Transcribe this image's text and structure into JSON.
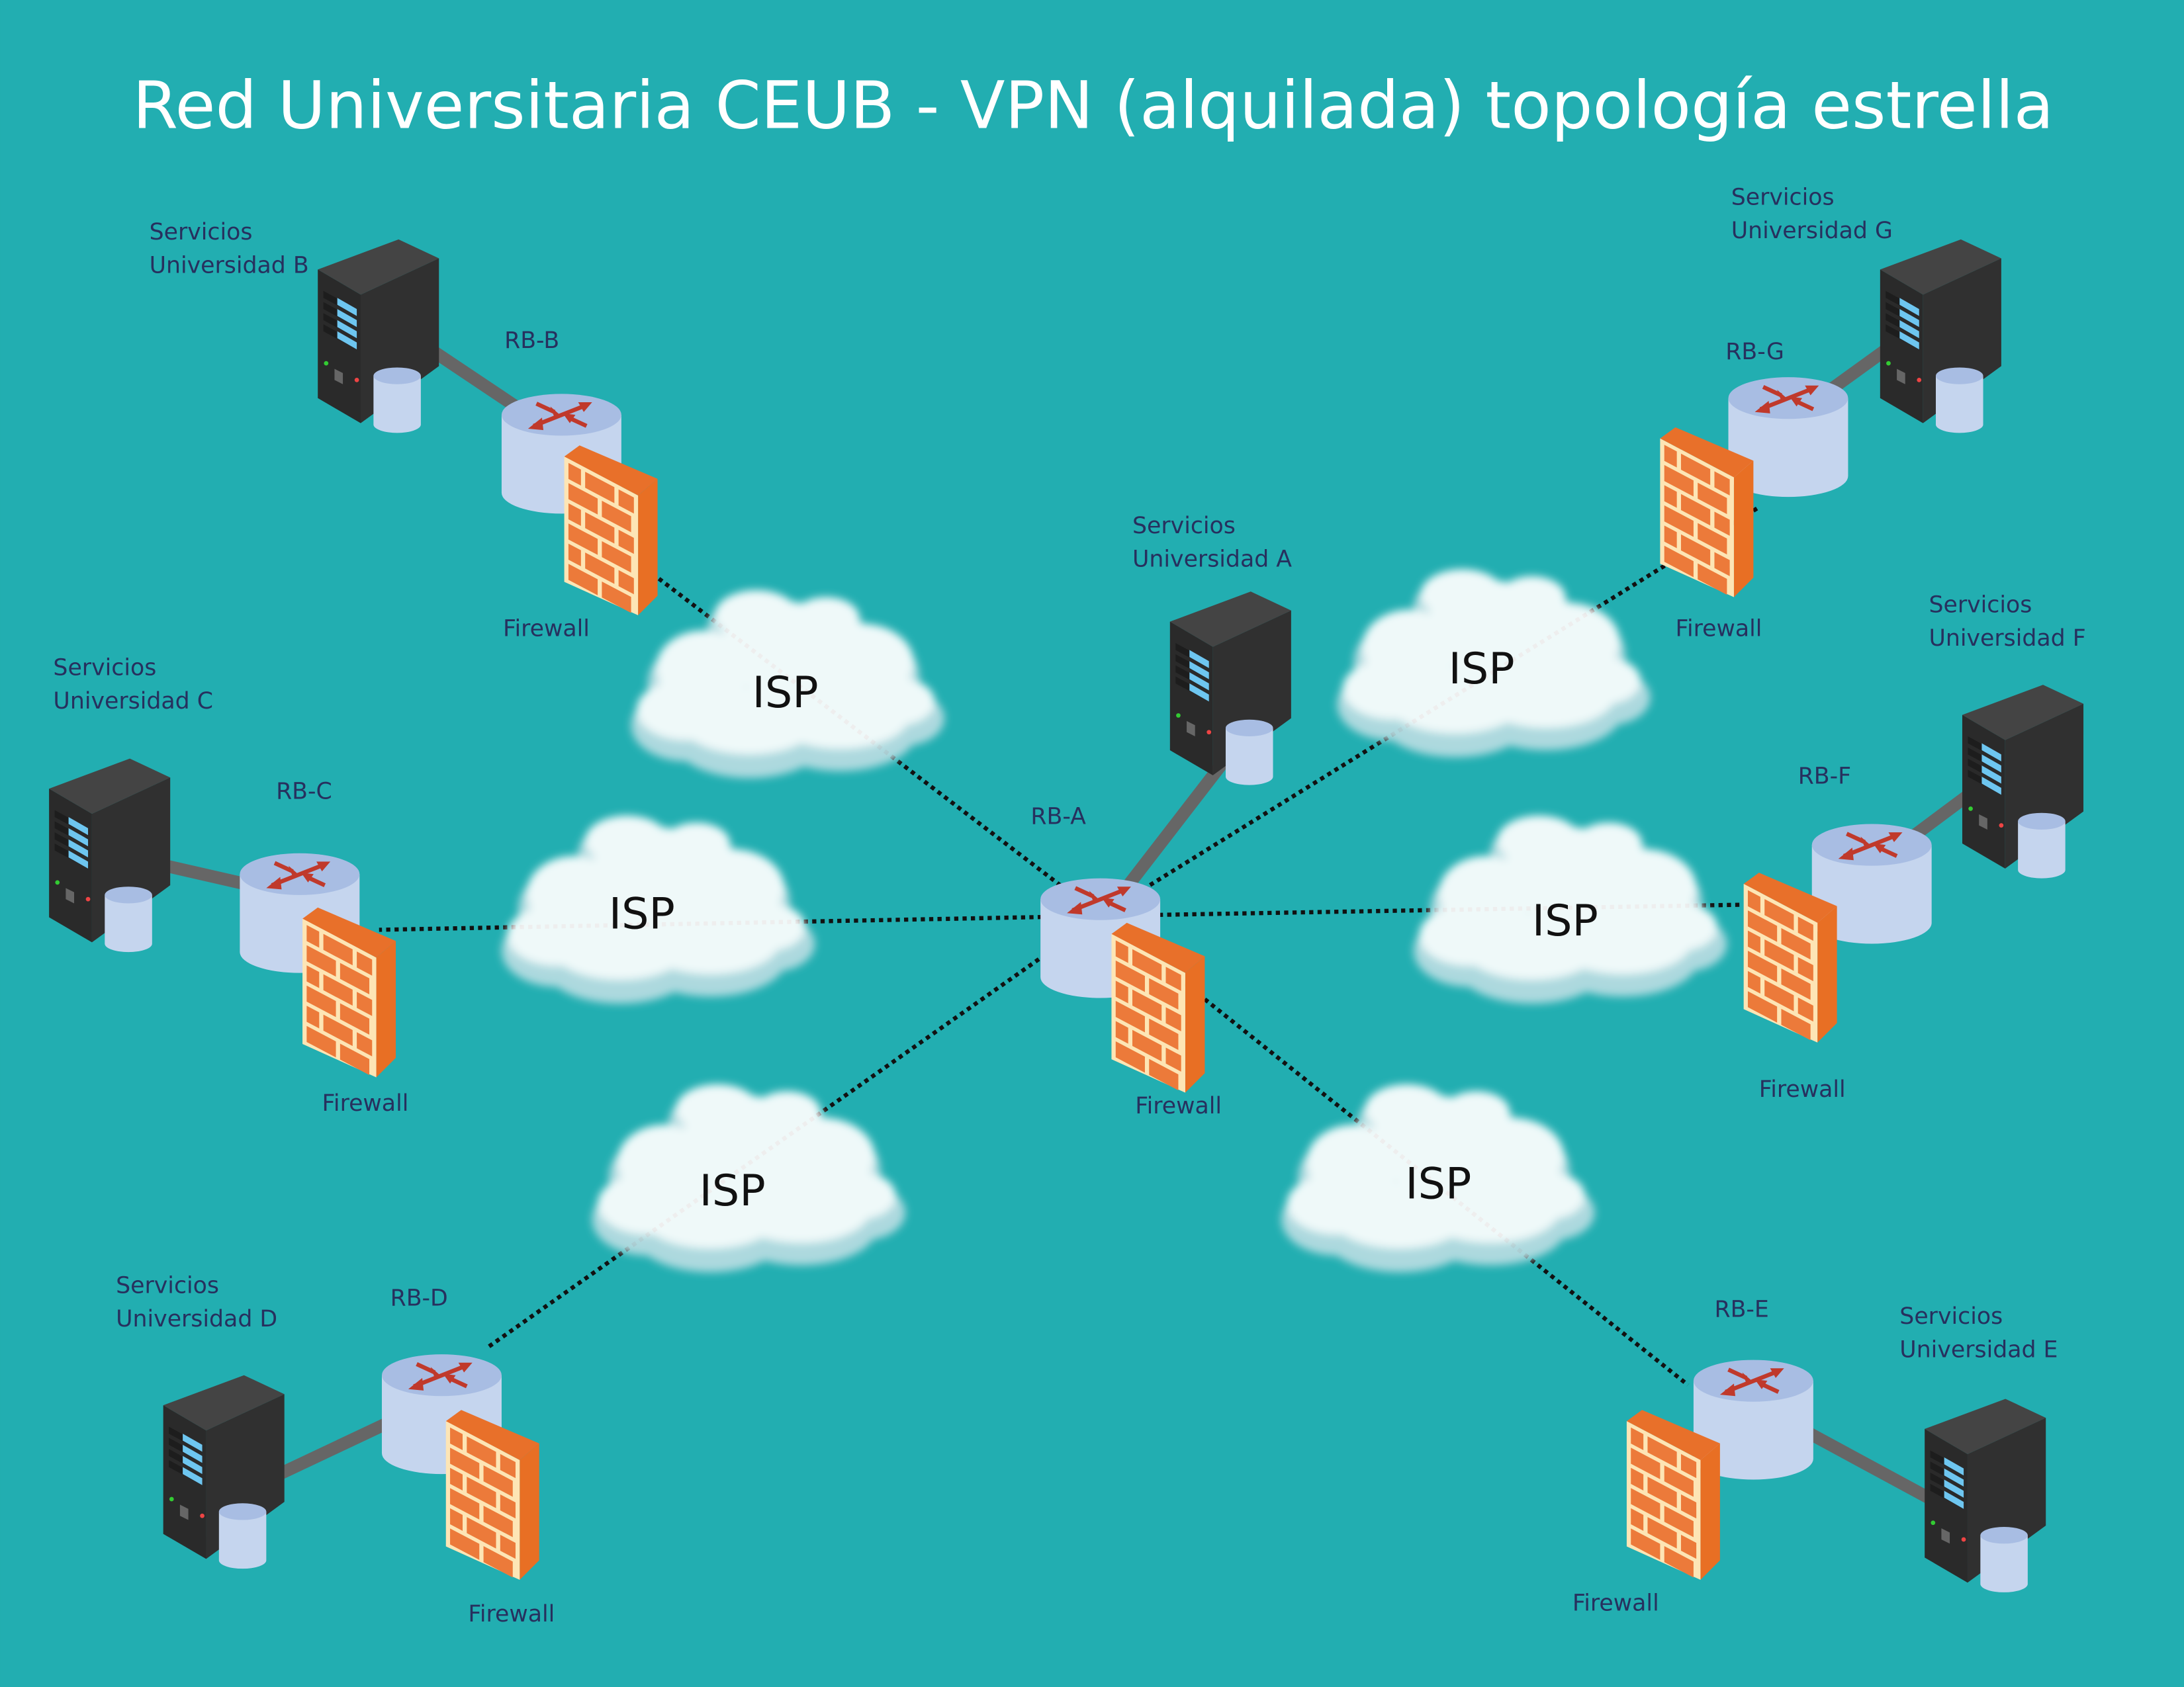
{
  "title": "Red Universitaria CEUB - VPN (alquilada) topología estrella",
  "colors": {
    "background": "#22aeb1",
    "server": "#2d2d2d",
    "router": "#c5d5ee",
    "router_arrows": "#c0392b",
    "firewall_brick": "#ec7a3a",
    "firewall_mortar": "#fde5b5",
    "link": "#666666",
    "vpn_link": "#111111",
    "label": "#27305e"
  },
  "nodes": [
    {
      "id": "A",
      "services_line1": "Servicios",
      "services_line2": "Universidad  A",
      "router": "RB-A",
      "firewall": "Firewall"
    },
    {
      "id": "B",
      "services_line1": "Servicios",
      "services_line2": "Universidad  B",
      "router": "RB-B",
      "firewall": "Firewall"
    },
    {
      "id": "C",
      "services_line1": "Servicios",
      "services_line2": "Universidad  C",
      "router": "RB-C",
      "firewall": "Firewall"
    },
    {
      "id": "D",
      "services_line1": "Servicios",
      "services_line2": "Universidad  D",
      "router": "RB-D",
      "firewall": "Firewall"
    },
    {
      "id": "E",
      "services_line1": "Servicios",
      "services_line2": "Universidad  E",
      "router": "RB-E",
      "firewall": "Firewall"
    },
    {
      "id": "F",
      "services_line1": "Servicios",
      "services_line2": "Universidad  F",
      "router": "RB-F",
      "firewall": "Firewall"
    },
    {
      "id": "G",
      "services_line1": "Servicios",
      "services_line2": "Universidad  G",
      "router": "RB-G",
      "firewall": "Firewall"
    }
  ],
  "clouds": [
    {
      "to": "B",
      "label": "ISP"
    },
    {
      "to": "C",
      "label": "ISP"
    },
    {
      "to": "D",
      "label": "ISP"
    },
    {
      "to": "E",
      "label": "ISP"
    },
    {
      "to": "F",
      "label": "ISP"
    },
    {
      "to": "G",
      "label": "ISP"
    }
  ]
}
